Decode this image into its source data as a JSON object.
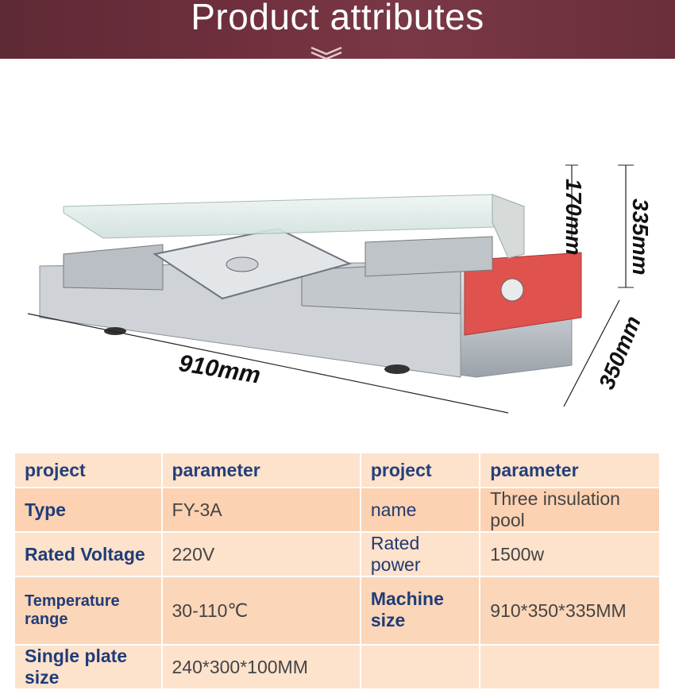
{
  "banner": {
    "title": "Product attributes"
  },
  "dimensions": {
    "length": "910mm",
    "glass_height": "170mm",
    "total_height": "335mm",
    "depth": "350mm"
  },
  "table": {
    "header": [
      "project",
      "parameter",
      "project",
      "parameter"
    ],
    "rows": [
      {
        "label1": "Type",
        "value1": "FY-3A",
        "label2": "name",
        "value2": "Three insulation pool"
      },
      {
        "label1": "Rated Voltage",
        "value1": "220V",
        "label2": "Rated power",
        "value2": "1500w"
      },
      {
        "label1": "Temperature range",
        "value1": "30-110℃",
        "label2": "Machine size",
        "value2": "910*350*335MM"
      },
      {
        "label1": "Single plate size",
        "value1": "240*300*100MM",
        "label2": "",
        "value2": ""
      }
    ]
  },
  "colors": {
    "banner": "#6f2f3d",
    "table_bg": "#fbd8bd",
    "label_text": "#203c78",
    "control_panel": "#e0524d"
  }
}
